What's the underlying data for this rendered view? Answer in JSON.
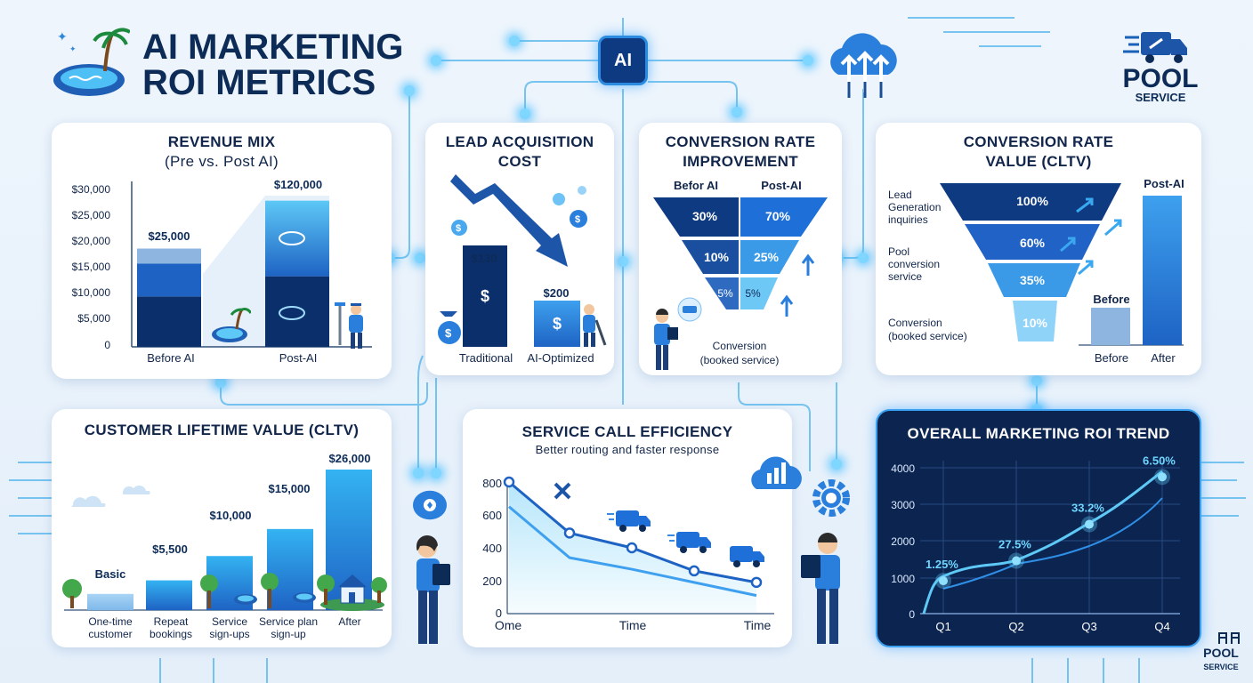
{
  "header": {
    "title_line1": "AI MARKETING",
    "title_line2": "ROI METRICS",
    "chip_label": "AI",
    "brand_line1": "POOL",
    "brand_line2": "SERVICE",
    "footer_brand_line1": "POOL",
    "footer_brand_line2": "SERVICE"
  },
  "colors": {
    "navy": "#0b2f6b",
    "mid_blue": "#1e63c4",
    "light_blue": "#3ea0ee",
    "cyan": "#5ec8f6",
    "dark_panel": "#0c2450"
  },
  "chart_data": [
    {
      "id": "revenue_mix",
      "type": "bar",
      "title_line1": "REVENUE MIX",
      "title_line2": "(Pre vs. Post AI)",
      "categories": [
        "Before AI",
        "Post-AI"
      ],
      "value_labels": [
        "$25,000",
        "$120,000"
      ],
      "y_ticks": [
        "$30,000",
        "$25,000",
        "$20,000",
        "$15,000",
        "$10,000",
        "$5,000",
        "0"
      ],
      "ylim": [
        0,
        30000
      ],
      "segments": [
        [
          10000,
          6500,
          3000
        ],
        [
          14000,
          15000
        ]
      ]
    },
    {
      "id": "lead_cost",
      "type": "bar",
      "title_line1": "LEAD ACQUISITION",
      "title_line2": "COST",
      "categories": [
        "Traditional",
        "AI-Optimized"
      ],
      "value_labels": [
        "$130",
        "$200"
      ],
      "values": [
        130,
        200
      ]
    },
    {
      "id": "conversion_improvement",
      "type": "funnel",
      "title_line1": "CONVERSION RATE",
      "title_line2": "IMPROVEMENT",
      "series": [
        {
          "name": "Befor AI",
          "labels": [
            "30%",
            "10%",
            "5%"
          ],
          "values": [
            30,
            10,
            5
          ]
        },
        {
          "name": "Post-AI",
          "labels": [
            "70%",
            "25%",
            "5%"
          ],
          "values": [
            70,
            25,
            5
          ]
        }
      ],
      "bottom_label_line1": "Conversion",
      "bottom_label_line2": "(booked service)"
    },
    {
      "id": "conversion_value",
      "type": "funnel",
      "title_line1": "CONVERSION RATE",
      "title_line2": "VALUE (CLTV)",
      "stages": [
        {
          "label_lines": [
            "Lead",
            "Generation",
            "inquiries"
          ],
          "value_label": "100%",
          "value": 100
        },
        {
          "label_lines": [
            "Pool",
            "conversion",
            "service"
          ],
          "value_label": "60%",
          "value": 60
        },
        {
          "label_lines": [],
          "value_label": "35%",
          "value": 35
        },
        {
          "label_lines": [
            "Conversion",
            "(booked service)"
          ],
          "value_label": "10%",
          "value": 10
        }
      ],
      "bars": {
        "categories": [
          "Before",
          "After"
        ],
        "top_labels": [
          "Before",
          "Post-AI"
        ],
        "values": [
          25,
          100
        ]
      }
    },
    {
      "id": "cltv",
      "type": "bar",
      "title": "CUSTOMER LIFETIME VALUE (CLTV)",
      "categories": [
        [
          "One-time",
          "customer"
        ],
        [
          "Repeat",
          "bookings"
        ],
        [
          "Service",
          "sign-ups"
        ],
        [
          "Service plan",
          "sign-up"
        ],
        [
          "After"
        ]
      ],
      "value_labels": [
        "Basic",
        "$5,500",
        "$10,000",
        "$15,000",
        "$26,000"
      ],
      "values": [
        3000,
        5500,
        10000,
        15000,
        26000
      ]
    },
    {
      "id": "service_efficiency",
      "type": "line",
      "title": "SERVICE CALL EFFICIENCY",
      "subtitle": "Better routing and faster response",
      "x_labels": [
        "Ome",
        "Time",
        "Time"
      ],
      "y_ticks": [
        "800",
        "600",
        "400",
        "200",
        "0"
      ],
      "ylim": [
        0,
        800
      ],
      "series": [
        {
          "values": [
            800,
            490,
            400,
            260,
            190
          ]
        },
        {
          "values": [
            650,
            340,
            270,
            190,
            110
          ]
        }
      ]
    },
    {
      "id": "roi_trend",
      "type": "line",
      "title": "OVERALL MARKETING ROI TREND",
      "x_labels": [
        "Q1",
        "Q2",
        "Q3",
        "Q4"
      ],
      "y_ticks": [
        "4000",
        "3000",
        "2000",
        "1000",
        "0"
      ],
      "ylim": [
        0,
        4000
      ],
      "values": [
        900,
        1450,
        2450,
        3750
      ],
      "value_labels": [
        "1.25%",
        "27.5%",
        "33.2%",
        "6.50%"
      ]
    }
  ]
}
